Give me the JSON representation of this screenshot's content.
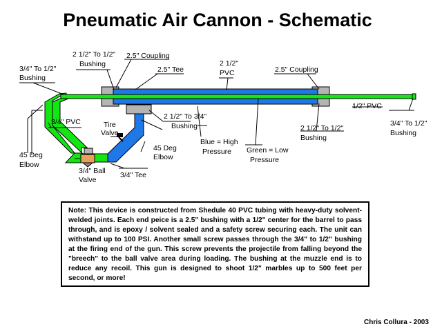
{
  "title": "Pneumatic Air Cannon - Schematic",
  "colors": {
    "high_pressure": "#1e78e6",
    "low_pressure": "#14e614",
    "coupling": "#b4b4b4",
    "valve": "#e9a05f",
    "outline": "#000000"
  },
  "labels": {
    "bushing_left_top": [
      "3/4\" To 1/2\"",
      "Bushing"
    ],
    "bushing_2half": [
      "2 1/2\" To 1/2\"",
      "Bushing"
    ],
    "coupling_top_left": "2.5\" Coupling",
    "tee_25": "2.5\" Tee",
    "pvc_25": [
      "2 1/2\"",
      "PVC"
    ],
    "coupling_top_right": "2.5\" Coupling",
    "pvc_34": "3/4\" PVC",
    "elbow_left": [
      "45 Deg",
      "Elbow"
    ],
    "ball_valve": [
      "3/4\" Ball",
      "Valve"
    ],
    "tee_34": "3/4\" Tee",
    "tire_valve": [
      "Tire",
      "Valve"
    ],
    "elbow_right": [
      "45 Deg",
      "Elbow"
    ],
    "bushing_2half_34": [
      "2 1/2\" To 3/4\"",
      "Bushing"
    ],
    "blue_legend": [
      "Blue = High",
      "Pressure"
    ],
    "green_legend": [
      "Green = Low",
      "Pressure"
    ],
    "bushing_2half_right": [
      "2 1/2\" To 1/2\"",
      "Bushing"
    ],
    "pvc_half": "1/2\" PVC",
    "bushing_right": [
      "3/4\" To 1/2\"",
      "Bushing"
    ]
  },
  "note": "Note: This device is constructed from Shedule 40 PVC tubing with heavy-duty solvent-welded joints. Each end peice is a 2.5\" bushing with a 1/2\" center for the barrel to pass through, and is epoxy / solvent sealed and a safety screw securing each. The unit can withstand up to 100 PSI. Another small screw passes through the 3/4\" to 1/2\" bushing at the firing end of the gun. This screw prevents the projectile from falling beyond the \"breech\" to the ball valve area during loading. The bushing at the muzzle end is to reduce any recoil. This gun is designed to shoot 1/2\" marbles up to 500 feet per second, or more!",
  "credit": "Chris Collura - 2003"
}
